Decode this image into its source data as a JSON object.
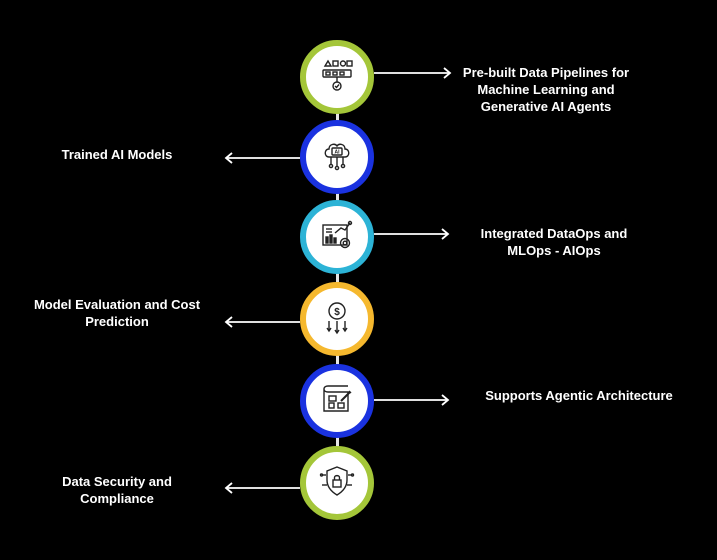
{
  "colors": {
    "background": "#000000",
    "lime": "#a4c639",
    "blue": "#1a32e0",
    "cyan": "#2cb3d6",
    "amber": "#f5b82e",
    "line": "#e6e6e6",
    "text": "#ffffff"
  },
  "steps": [
    {
      "label": "Pre-built Data Pipelines for Machine Learning and Generative AI Agents",
      "icon": "pipeline-icon",
      "ring": "lime",
      "side": "right"
    },
    {
      "label": "Trained AI Models",
      "icon": "ai-brain-icon",
      "ring": "blue",
      "side": "left"
    },
    {
      "label": "Integrated DataOps and MLOps - AIOps",
      "icon": "analytics-icon",
      "ring": "cyan",
      "side": "right"
    },
    {
      "label": "Model Evaluation and Cost Prediction",
      "icon": "cost-prediction-icon",
      "ring": "amber",
      "side": "left"
    },
    {
      "label": "Supports Agentic Architecture",
      "icon": "blueprint-icon",
      "ring": "blue",
      "side": "right"
    },
    {
      "label": "Data Security and Compliance",
      "icon": "security-shield-icon",
      "ring": "lime",
      "side": "left"
    }
  ]
}
